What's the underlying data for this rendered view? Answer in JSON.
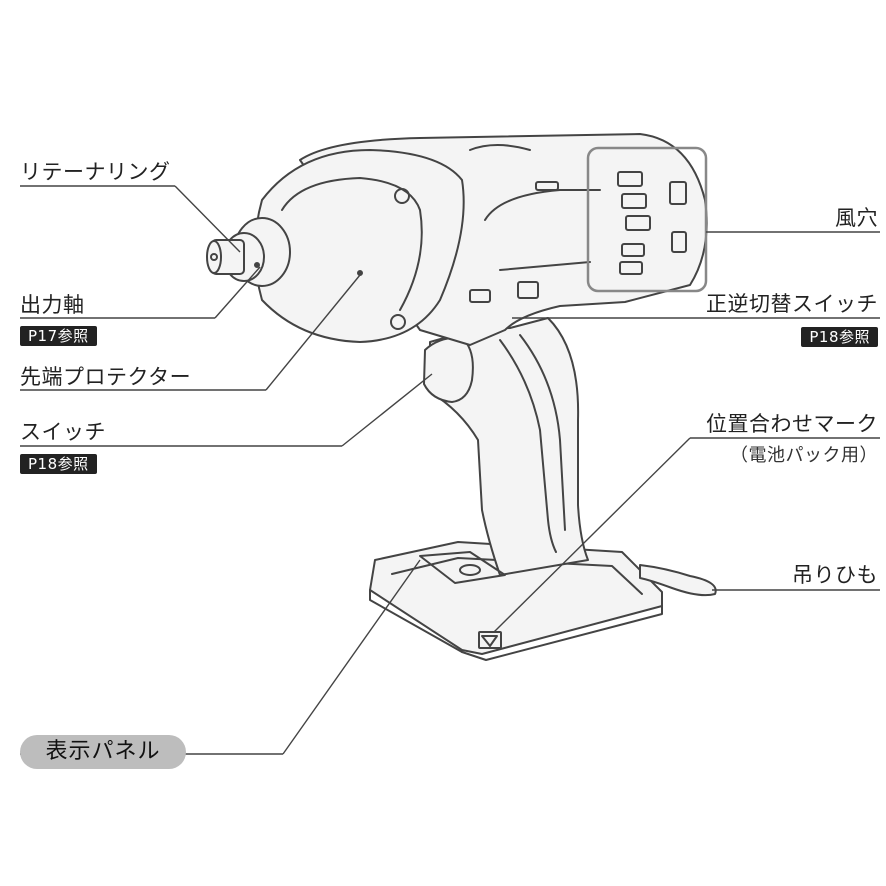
{
  "labels": {
    "retaining_ring": "リテーナリング",
    "output_shaft": "出力軸",
    "output_shaft_ref": "P17参照",
    "nose_protector": "先端プロテクター",
    "switch": "スイッチ",
    "switch_ref": "P18参照",
    "display_panel": "表示パネル",
    "vent": "風穴",
    "fr_switch": "正逆切替スイッチ",
    "fr_switch_ref": "P18参照",
    "align_mark": "位置合わせマーク",
    "align_mark_note": "（電池パック用）",
    "strap": "吊りひも"
  },
  "colors": {
    "line": "#444444",
    "body_fill": "#f4f4f4",
    "badge": "#222222",
    "pill": "#bdbdbd",
    "vent_box": "#888888"
  }
}
